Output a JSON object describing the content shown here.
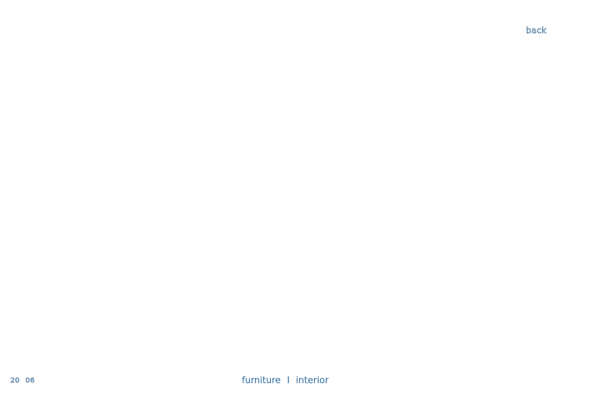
{
  "header": {
    "back_label": "back"
  },
  "footer": {
    "year": "20  06",
    "nav": [
      {
        "label": "furniture"
      },
      {
        "label": "interior"
      }
    ],
    "separator": "I"
  },
  "colors": {
    "accent": "#2d6a9c",
    "outline": "#3f6d95",
    "background": "#ffffff"
  }
}
